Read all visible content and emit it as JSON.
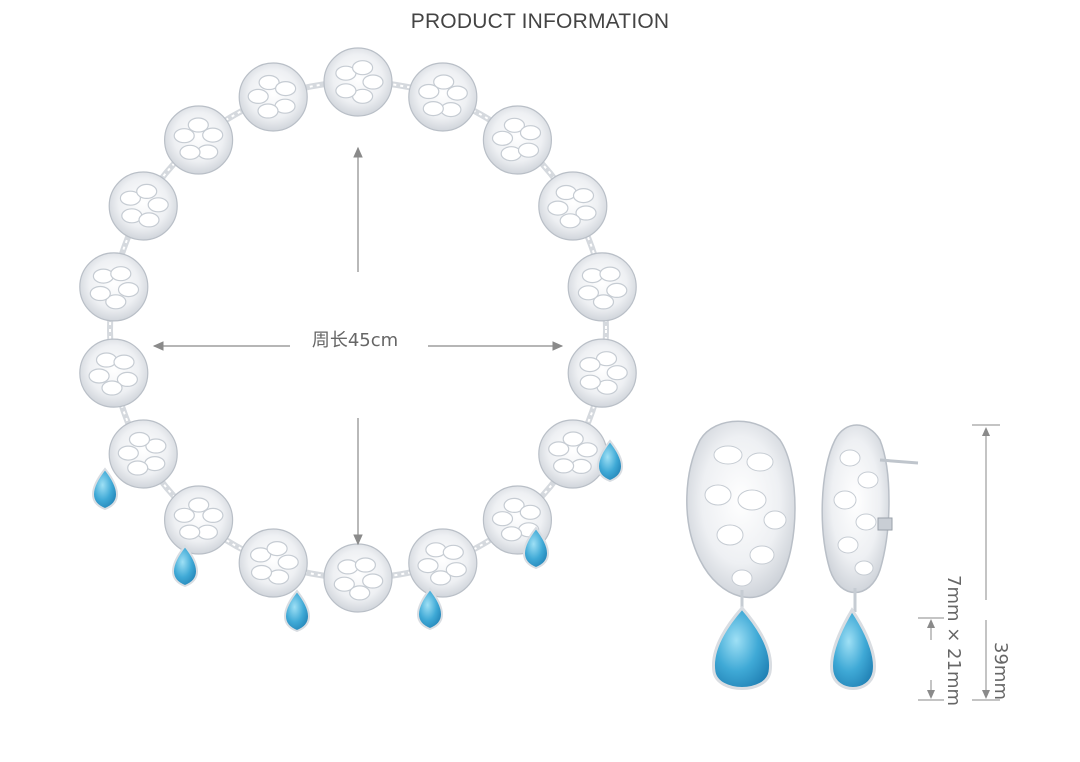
{
  "header": {
    "title": "PRODUCT INFORMATION"
  },
  "necklace": {
    "circumference_label": "周长45cm",
    "stone_color": "#3fa9d6",
    "metal_color": "#d9dde2"
  },
  "earring": {
    "stone_size_label": "7mm × 21mm",
    "total_length_label": "39mm",
    "stone_color": "#3fa9d6"
  },
  "colors": {
    "arrow": "#8a8a8a",
    "text": "#666666"
  }
}
